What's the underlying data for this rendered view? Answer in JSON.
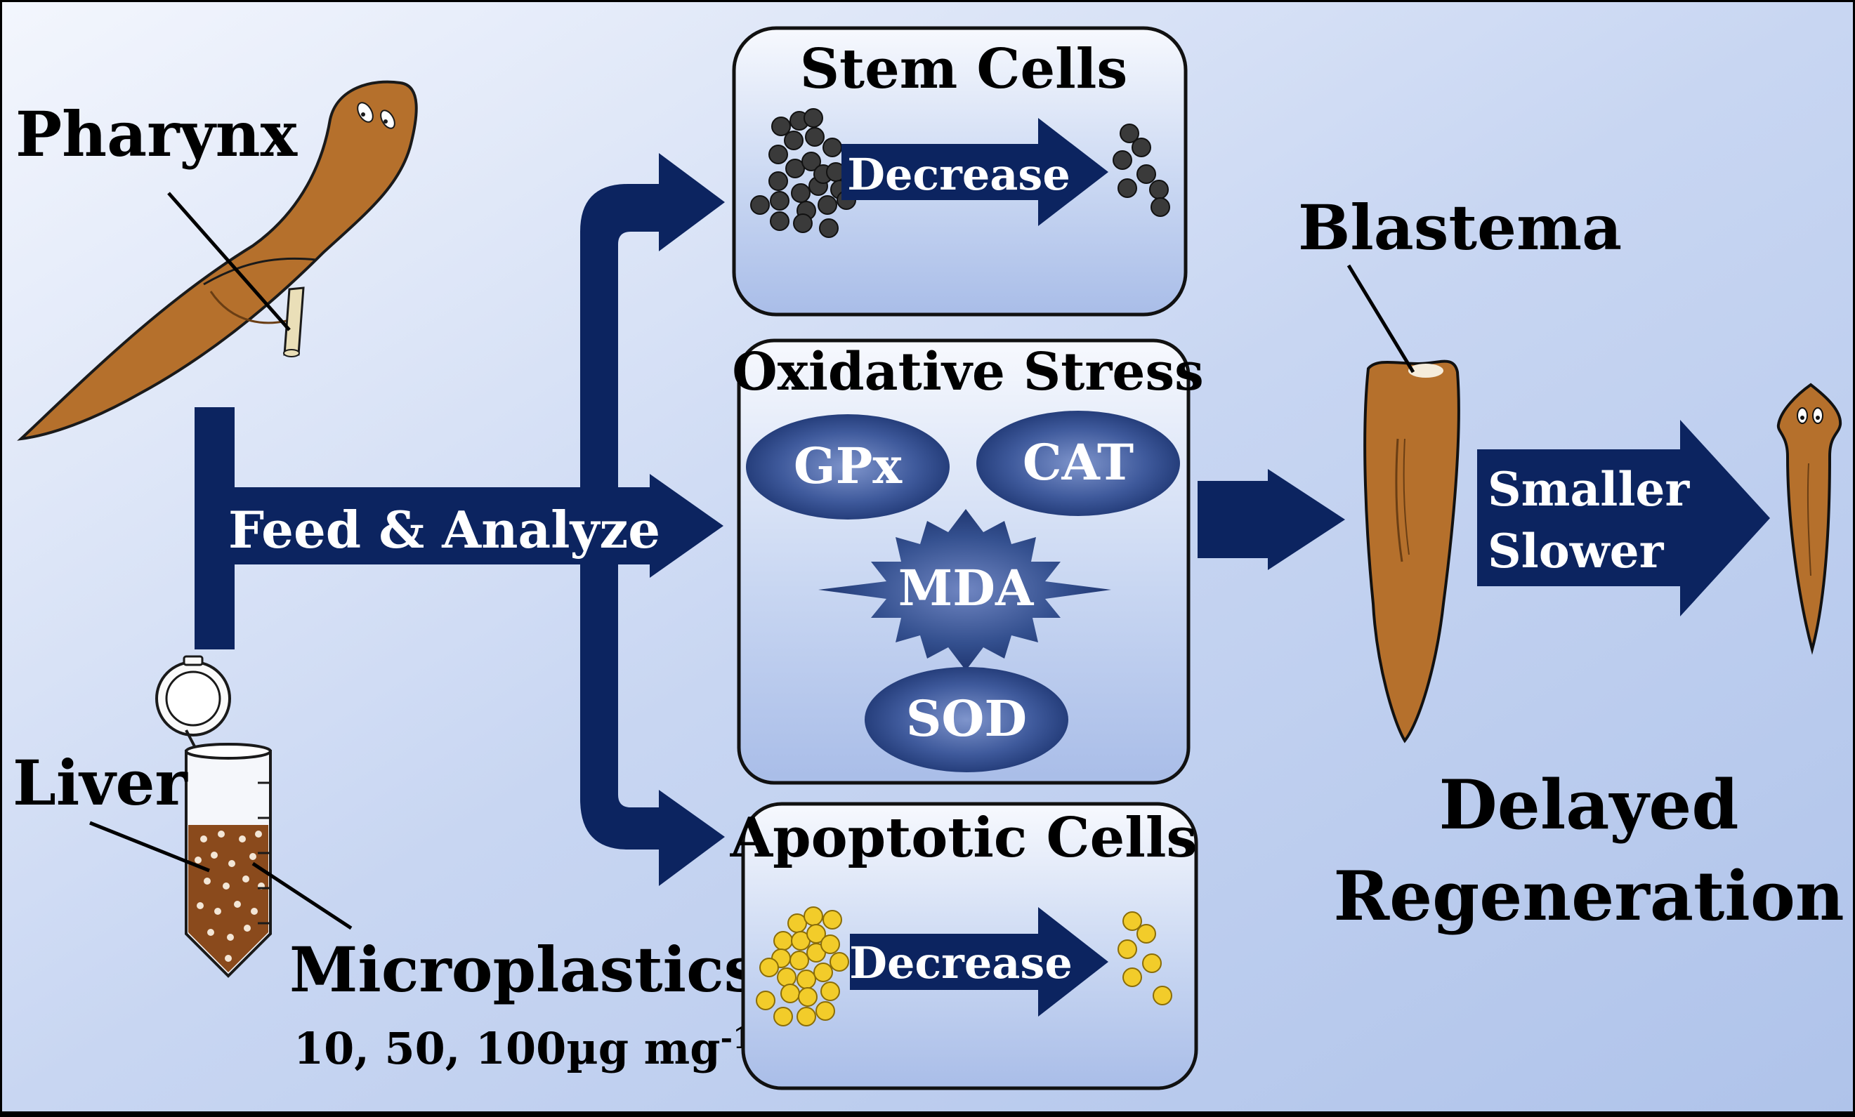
{
  "labels": {
    "pharynx": "Pharynx",
    "liver": "Liver",
    "microplastics": "Microplastics",
    "concentrations": "10, 50, 100µg mg",
    "concentrations_sup": "-1",
    "feed_analyze": "Feed  &  Analyze",
    "blastema": "Blastema",
    "outcome_line1": "Delayed",
    "outcome_line2": "Regeneration"
  },
  "stem_cells": {
    "title": "Stem Cells",
    "arrow_label": "Decrease"
  },
  "oxidative_stress": {
    "title": "Oxidative Stress",
    "markers": [
      "GPx",
      "CAT",
      "MDA",
      "SOD"
    ]
  },
  "apoptotic_cells": {
    "title": "Apoptotic Cells",
    "arrow_label": "Decrease"
  },
  "result_arrow": {
    "line1": "Smaller",
    "line2": "Slower"
  },
  "colors": {
    "navy": "#0c2460",
    "worm": "#b5702c",
    "stem_cell": "#3a3a3a",
    "apoptotic_cell": "#f2cc2a",
    "tube_fill": "#8a4a1c"
  }
}
